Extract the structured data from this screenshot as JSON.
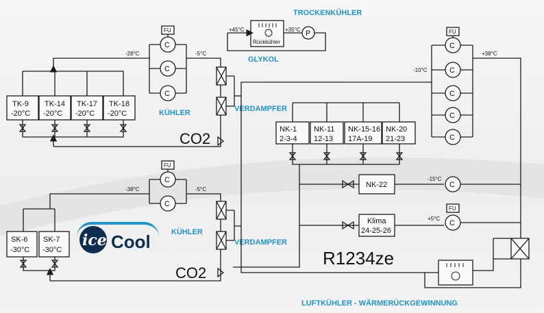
{
  "labels": {
    "trockenkuehler": "TROCKENKÜHLER",
    "glykol": "GLYKOL",
    "kuehler_top": "KÜHLER",
    "kuehler_bottom": "KÜHLER",
    "verdampfer_top": "VERDAMPFER",
    "verdampfer_bottom": "VERDAMPFER",
    "luftkuehler": "LUFTKÜHLER - WÄRMERÜCKGEWINNUNG",
    "co2_top": "CO2",
    "co2_bottom": "CO2",
    "r1234ze": "R1234ze",
    "rueckkuehler": "Rückkühler",
    "pump": "P",
    "fu": "FU",
    "compressor": "C"
  },
  "temps": {
    "glykol_in": "+45°C",
    "glykol_out": "+35°C",
    "co2_top_suction": "-28°C",
    "co2_top_discharge": "-5°C",
    "co2_bottom_suction": "-38°C",
    "co2_bottom_discharge": "-5°C",
    "r_suction": "-10°C",
    "r_discharge": "+38°C",
    "nk22": "-15°C",
    "klima": "+5°C"
  },
  "tk_boxes": [
    {
      "name": "TK-9",
      "temp": "-20°C"
    },
    {
      "name": "TK-14",
      "temp": "-20°C"
    },
    {
      "name": "TK-17",
      "temp": "-20°C"
    },
    {
      "name": "TK-18",
      "temp": "-20°C"
    }
  ],
  "sk_boxes": [
    {
      "name": "SK-6",
      "temp": "-30°C"
    },
    {
      "name": "SK-7",
      "temp": "-30°C"
    }
  ],
  "nk_boxes": [
    {
      "name": "NK-1",
      "sub": "2-3-4"
    },
    {
      "name": "NK-11",
      "sub": "12-13"
    },
    {
      "name": "NK-15-16",
      "sub": "17A-19"
    },
    {
      "name": "NK-20",
      "sub": "21-23"
    }
  ],
  "nk22": {
    "name": "NK-22"
  },
  "klima": {
    "name": "Klima",
    "sub": "24-25-26"
  },
  "logo": {
    "part1": "ice",
    "part2": "Cool"
  }
}
